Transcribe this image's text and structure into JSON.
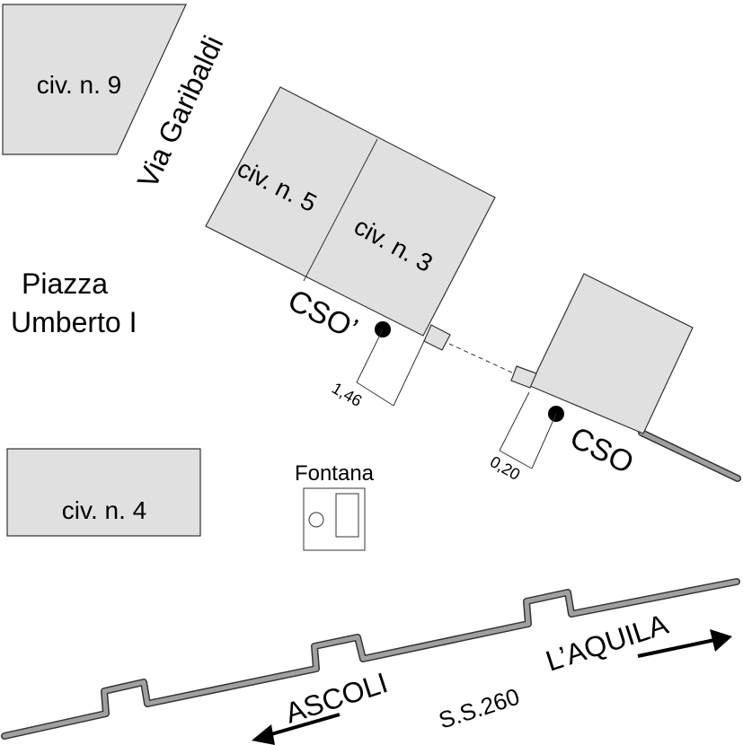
{
  "labels": {
    "civ9": "civ. n. 9",
    "civ5": "civ. n. 5",
    "civ3": "civ. n. 3",
    "civ4": "civ. n. 4",
    "street": "Via Garibaldi",
    "piazza_line1": "Piazza",
    "piazza_line2": "Umberto I",
    "cso_prime": "CSO’",
    "cso": "CSO",
    "dim1": "1,46",
    "dim2": "0,20",
    "fountain": "Fontana",
    "dir_left": "ASCOLI",
    "dir_right": "L’AQUILA",
    "road": "S.S.260"
  },
  "colors": {
    "building": "#e0e0e0",
    "road": "#a0a0a0"
  }
}
